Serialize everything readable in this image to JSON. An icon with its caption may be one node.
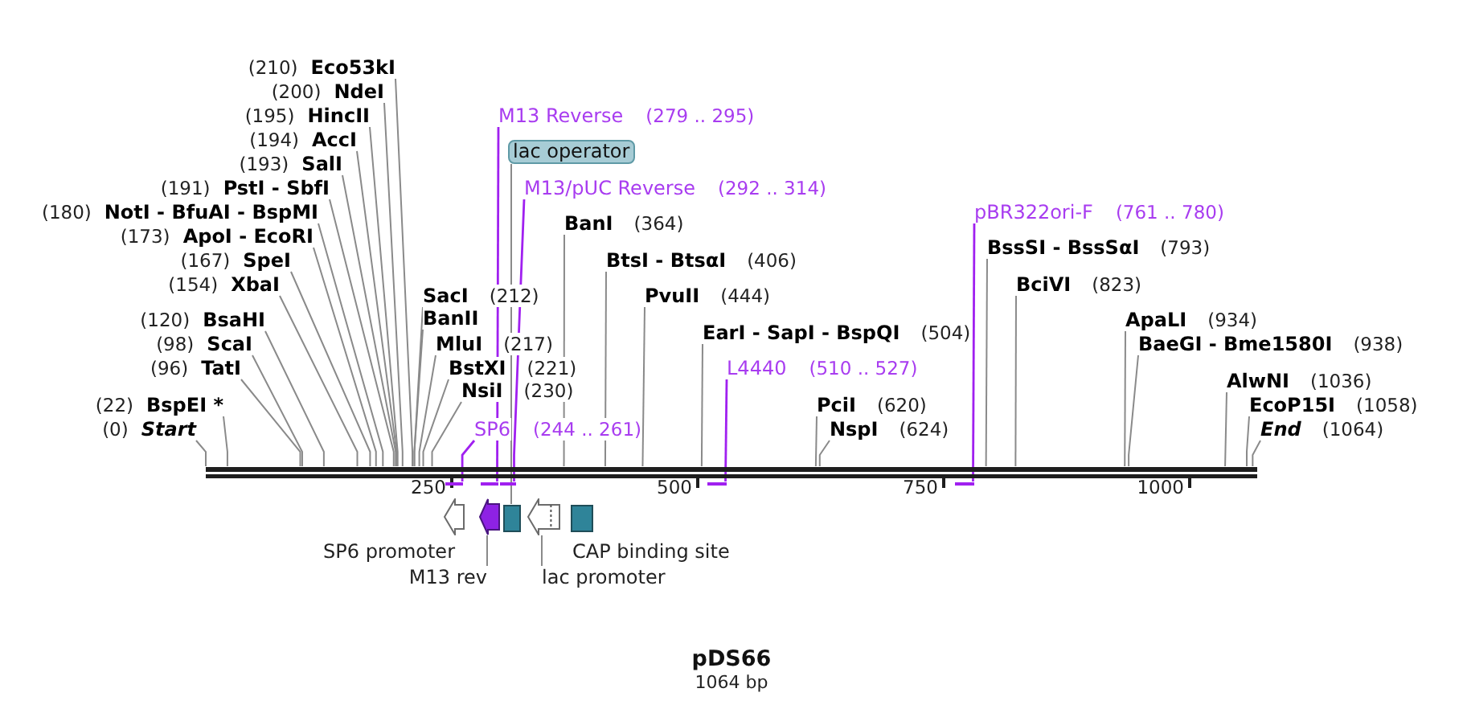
{
  "diagram": {
    "title": "pDS66",
    "caption": "1064 bp",
    "nodes": [
      {
        "text": [
          "(210)",
          "Eco53kI"
        ]
      },
      {
        "text": [
          "(200)",
          "NdeI"
        ]
      },
      {
        "text": [
          "(195)",
          "HincII"
        ]
      },
      {
        "text": [
          "(194)",
          "AccI"
        ]
      },
      {
        "text": [
          "(193)",
          "SalI"
        ]
      },
      {
        "text": [
          "(191)",
          "PstI - SbfI"
        ]
      },
      {
        "text": [
          "(180)",
          "NotI - BfuAI - BspMI"
        ]
      },
      {
        "text": [
          "(173)",
          "ApoI - EcoRI"
        ]
      },
      {
        "text": [
          "(167)",
          "SpeI"
        ]
      },
      {
        "text": [
          "(154)",
          "XbaI"
        ]
      },
      {
        "text": [
          "(120)",
          "BsaHI"
        ]
      },
      {
        "text": [
          "(98)",
          "ScaI"
        ]
      },
      {
        "text": [
          "(96)",
          "TatI"
        ]
      },
      {
        "text": [
          "(22)",
          "BspEI *"
        ]
      },
      {
        "text": [
          "(0)",
          "Start"
        ]
      },
      {
        "text": [
          "SacI",
          "(212)"
        ]
      },
      {
        "text": [
          "BanII"
        ]
      },
      {
        "text": [
          "MluI",
          "(217)"
        ]
      },
      {
        "text": [
          "BstXI",
          "(221)"
        ]
      },
      {
        "text": [
          "NsiI",
          "(230)"
        ]
      },
      {
        "text": [
          "BanI",
          "(364)"
        ]
      },
      {
        "text": [
          "BtsI - BtsαI",
          "(406)"
        ]
      },
      {
        "text": [
          "PvuII",
          "(444)"
        ]
      },
      {
        "text": [
          "EarI - SapI - BspQI",
          "(504)"
        ]
      },
      {
        "text": [
          "PciI",
          "(620)"
        ]
      },
      {
        "text": [
          "NspI",
          "(624)"
        ]
      },
      {
        "text": [
          "BssSI - BssSαI",
          "(793)"
        ]
      },
      {
        "text": [
          "BciVI",
          "(823)"
        ]
      },
      {
        "text": [
          "ApaLI",
          "(934)"
        ]
      },
      {
        "text": [
          "BaeGI - Bme1580I",
          "(938)"
        ]
      },
      {
        "text": [
          "AlwNI",
          "(1036)"
        ]
      },
      {
        "text": [
          "EcoP15I",
          "(1058)"
        ]
      },
      {
        "text": [
          "End",
          "(1064)"
        ]
      },
      {
        "text": [
          "M13 Reverse",
          "(279 .. 295)"
        ]
      },
      {
        "text": [
          "M13/pUC Reverse",
          "(292 .. 314)"
        ]
      },
      {
        "text": [
          "SP6",
          "(244 .. 261)"
        ]
      },
      {
        "text": [
          "L4440",
          "(510 .. 527)"
        ]
      },
      {
        "text": [
          "pBR322ori-F",
          "(761 .. 780)"
        ]
      },
      {
        "text": [
          "lac operator"
        ]
      },
      {
        "text": [],
        "shape": "bar"
      },
      {
        "text": [],
        "shape": "bar"
      },
      {
        "text": [],
        "shape": "bar"
      },
      {
        "text": [],
        "shape": "bar"
      },
      {
        "text": [],
        "shape": "bar"
      },
      {
        "text": [],
        "shape": "bar"
      },
      {
        "text": [],
        "shape": "pentagon",
        "beside": [
          "SP6 promoter"
        ]
      },
      {
        "text": [],
        "shape": "pentagon"
      },
      {
        "text": [],
        "shape": "box"
      },
      {
        "text": [],
        "shape": "pentagon"
      },
      {
        "text": [],
        "shape": "box",
        "beside": [
          "CAP binding site"
        ]
      },
      {
        "text": [
          "M13 rev"
        ]
      },
      {
        "text": [
          "lac promoter"
        ]
      }
    ],
    "edges": [
      {
        "from": 0,
        "to": 39,
        "arrow": "none"
      },
      {
        "from": 1,
        "to": 39,
        "arrow": "none"
      },
      {
        "from": 2,
        "to": 39,
        "arrow": "none"
      },
      {
        "from": 3,
        "to": 39,
        "arrow": "none"
      },
      {
        "from": 4,
        "to": 39,
        "arrow": "none"
      },
      {
        "from": 5,
        "to": 39,
        "arrow": "none"
      },
      {
        "from": 6,
        "to": 39,
        "arrow": "none"
      },
      {
        "from": 7,
        "to": 39,
        "arrow": "none"
      },
      {
        "from": 8,
        "to": 39,
        "arrow": "none"
      },
      {
        "from": 9,
        "to": 39,
        "arrow": "none"
      },
      {
        "from": 10,
        "to": 39,
        "arrow": "none"
      },
      {
        "from": 11,
        "to": 39,
        "arrow": "none"
      },
      {
        "from": 12,
        "to": 39,
        "arrow": "none"
      },
      {
        "from": 13,
        "to": 39,
        "arrow": "none"
      },
      {
        "from": 14,
        "to": 39,
        "arrow": "none"
      },
      {
        "from": 15,
        "to": 39,
        "arrow": "none"
      },
      {
        "from": 16,
        "to": 39,
        "arrow": "none"
      },
      {
        "from": 17,
        "to": 39,
        "arrow": "none"
      },
      {
        "from": 18,
        "to": 39,
        "arrow": "none"
      },
      {
        "from": 19,
        "to": 39,
        "arrow": "none"
      },
      {
        "from": 20,
        "to": 39,
        "arrow": "none"
      },
      {
        "from": 21,
        "to": 39,
        "arrow": "none"
      },
      {
        "from": 22,
        "to": 39,
        "arrow": "none"
      },
      {
        "from": 23,
        "to": 39,
        "arrow": "none"
      },
      {
        "from": 24,
        "to": 39,
        "arrow": "none"
      },
      {
        "from": 25,
        "to": 39,
        "arrow": "none"
      },
      {
        "from": 26,
        "to": 39,
        "arrow": "none"
      },
      {
        "from": 27,
        "to": 39,
        "arrow": "none"
      },
      {
        "from": 28,
        "to": 39,
        "arrow": "none"
      },
      {
        "from": 29,
        "to": 39,
        "arrow": "none"
      },
      {
        "from": 30,
        "to": 39,
        "arrow": "none"
      },
      {
        "from": 31,
        "to": 39,
        "arrow": "none"
      },
      {
        "from": 32,
        "to": 39,
        "arrow": "none"
      },
      {
        "from": 33,
        "to": 41,
        "arrow": "none",
        "color": "#a020f0"
      },
      {
        "from": 34,
        "to": 42,
        "arrow": "none",
        "color": "#a020f0"
      },
      {
        "from": 35,
        "to": 40,
        "arrow": "none",
        "color": "#a020f0"
      },
      {
        "from": 36,
        "to": 43,
        "arrow": "none",
        "color": "#a020f0"
      },
      {
        "from": 37,
        "to": 44,
        "arrow": "none",
        "color": "#a020f0"
      },
      {
        "from": 38,
        "to": 47,
        "arrow": "none"
      },
      {
        "from": 50,
        "to": 46,
        "arrow": "none"
      },
      {
        "from": 51,
        "to": 48,
        "arrow": "none"
      }
    ],
    "labels": [
      "250",
      "500",
      "750",
      "1000"
    ]
  }
}
